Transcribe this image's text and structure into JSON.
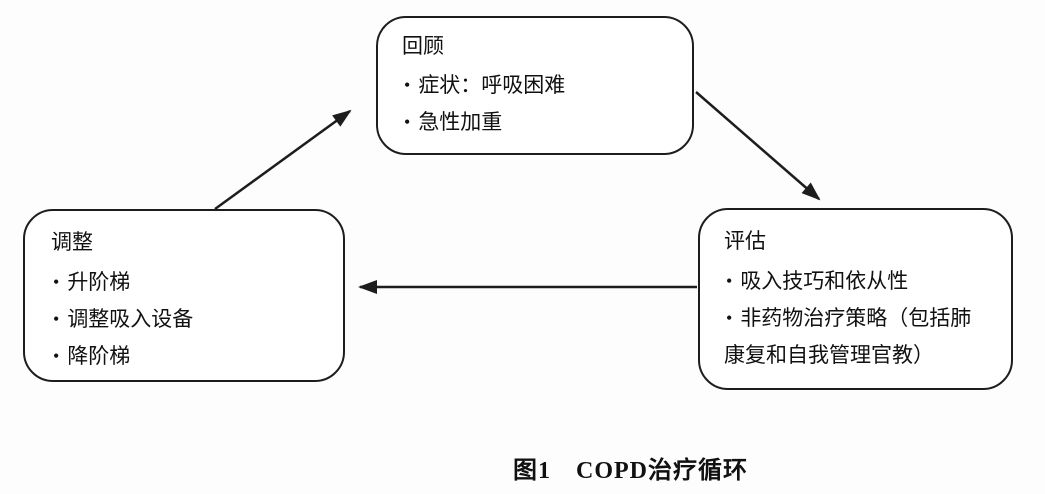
{
  "figure": {
    "caption": "图1　COPD治疗循环",
    "bullet": "•"
  },
  "nodes": {
    "review": {
      "title": "回顾",
      "items": [
        "症状：呼吸困难",
        "急性加重"
      ]
    },
    "assess": {
      "title": "评估",
      "items": [
        "吸入技巧和依从性",
        "非药物治疗策略（包括肺康复和自我管理官教）"
      ]
    },
    "adjust": {
      "title": "调整",
      "items": [
        "升阶梯",
        "调整吸入设备",
        "降阶梯"
      ]
    }
  },
  "colors": {
    "background": "#fdfdfd",
    "line": "#1d1d1d",
    "text": "#111111"
  }
}
